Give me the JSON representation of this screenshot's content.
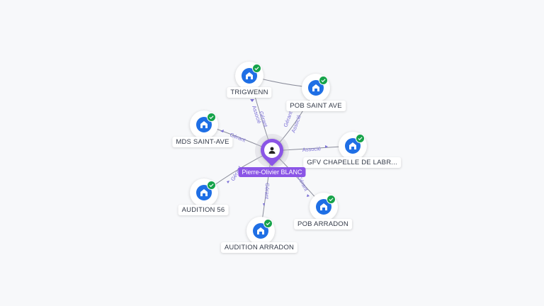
{
  "center": {
    "label": "Pierre-Olivier BLANC",
    "icon": "person-icon"
  },
  "nodes": [
    {
      "id": "trigwenn",
      "label": "TRIGWENN",
      "icon": "company-icon",
      "status": "verified-check"
    },
    {
      "id": "pob-saint-ave",
      "label": "POB SAINT AVE",
      "icon": "company-icon",
      "status": "verified-check"
    },
    {
      "id": "mds-saint-ave",
      "label": "MDS SAINT-AVE",
      "icon": "company-icon",
      "status": "verified-check"
    },
    {
      "id": "gfv-chapelle",
      "label": "GFV CHAPELLE DE LABR...",
      "icon": "company-icon",
      "status": "verified-check"
    },
    {
      "id": "audition-56",
      "label": "AUDITION 56",
      "icon": "company-icon",
      "status": "verified-check"
    },
    {
      "id": "pob-arradon",
      "label": "POB ARRADON",
      "icon": "company-icon",
      "status": "verified-check"
    },
    {
      "id": "audition-arradon",
      "label": "AUDITION ARRADON",
      "icon": "company-icon",
      "status": "verified-check"
    }
  ],
  "edges": [
    {
      "to": "trigwenn",
      "labels": [
        "Gérant",
        "Associé"
      ]
    },
    {
      "to": "pob-saint-ave",
      "labels": [
        "Gérant",
        "Associé"
      ]
    },
    {
      "to": "mds-saint-ave",
      "labels": [
        "Gérant"
      ]
    },
    {
      "to": "gfv-chapelle",
      "labels": [
        "Associé"
      ]
    },
    {
      "to": "audition-56",
      "labels": [
        "Gérant"
      ]
    },
    {
      "to": "pob-arradon",
      "labels": [
        "Gérant"
      ]
    },
    {
      "to": "audition-arradon",
      "labels": [
        "Gérant"
      ]
    },
    {
      "from": "trigwenn",
      "to": "pob-saint-ave",
      "labels": []
    }
  ],
  "colors": {
    "node_fill": "#1f6fe5",
    "badge": "#16a34a",
    "center": "#8b55e6",
    "edge_label": "#7b6fd6"
  }
}
